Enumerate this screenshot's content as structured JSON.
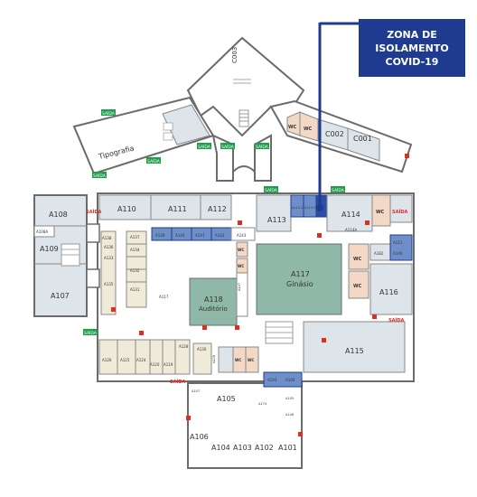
{
  "callout": {
    "line1": "ZONA DE",
    "line2": "ISOLAMENTO",
    "line3": "COVID-19"
  },
  "exit_label": "SAÍDA",
  "wc_label": "WC",
  "rooms": {
    "c003": "C003",
    "c002": "C002",
    "c001": "C001",
    "tipografia": "Tipografia",
    "a108": "A108",
    "a109": "A109",
    "a107": "A107",
    "a108a": "A108A",
    "a110": "A110",
    "a111": "A111",
    "a112": "A112",
    "a113": "A113",
    "a114": "A114",
    "a117": "A117",
    "ginasio": "Ginásio",
    "a118": "A118",
    "auditorio": "Auditório",
    "a116": "A116",
    "a115": "A115",
    "a105": "A105",
    "a106": "A106",
    "a104": "A104",
    "a103": "A103",
    "a102": "A102",
    "a101": "A101",
    "a113_2": "A113.2",
    "a113_3": "A113.3",
    "a114a": "A114A",
    "a139": "A139",
    "a140": "A140",
    "a141": "A141",
    "a142": "A142",
    "a143": "A143",
    "a138": "A138",
    "a137": "A137",
    "a136": "A136",
    "a134": "A134",
    "a133": "A133",
    "a132": "A132",
    "a131": "A131",
    "a135": "A135",
    "a126": "A126",
    "a125": "A125",
    "a124": "A124",
    "a120": "A120",
    "a119": "A119",
    "a128": "A128",
    "a130": "A130",
    "a129": "A129",
    "a127": "A127",
    "a117b": "A117",
    "a147": "A147",
    "a121": "A121",
    "a145": "A145",
    "a146": "A146",
    "a182": "A182",
    "a103b": "A103",
    "a104b": "A104",
    "a105b": "A105",
    "a106b": "A106",
    "a107b": "A107",
    "a174": "A174"
  },
  "colors": {
    "isolation_zone": "#1f3b8f",
    "gym": "#8fb8a8",
    "auditorium": "#8fb8a8",
    "room": "#dde5ea",
    "corridor": "#ffffff",
    "wall": "#6b6b6b",
    "wc": "#f3d9c5",
    "exit_sign": "#1e9e4a",
    "stair": "#aaaaaa",
    "blue_room": "#6f8fc9",
    "beige_room": "#f0ead8"
  }
}
